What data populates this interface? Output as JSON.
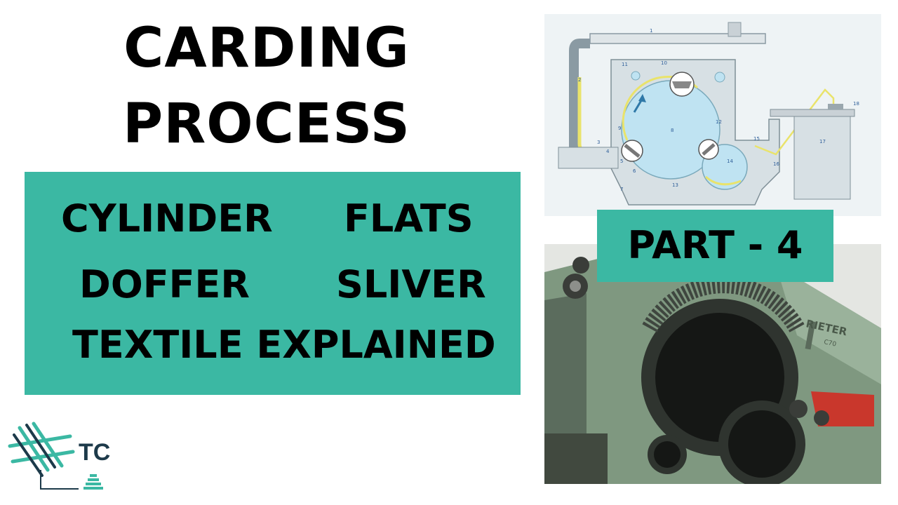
{
  "title": {
    "line1": "CARDING",
    "line2": "PROCESS"
  },
  "keywords": {
    "k1": "CYLINDER",
    "k2": "FLATS",
    "k3": "DOFFER",
    "k4": "SLIVER",
    "k5": "TEXTILE EXPLAINED"
  },
  "part_label": "PART - 4",
  "logo": {
    "text": "TC"
  },
  "diagram_numbers": [
    "1",
    "2",
    "3",
    "4",
    "5",
    "6",
    "7",
    "8",
    "9",
    "10",
    "11",
    "12",
    "13",
    "14",
    "15",
    "16",
    "17",
    "18"
  ],
  "photo_brand": {
    "name": "RIETER",
    "model": "C70"
  },
  "colors": {
    "teal": "#3bb8a3",
    "diagram_blue": "#bfe3f2",
    "sliver_yellow": "#e9e36b",
    "machine_green": "#7f9880",
    "machine_red": "#c9372c"
  }
}
